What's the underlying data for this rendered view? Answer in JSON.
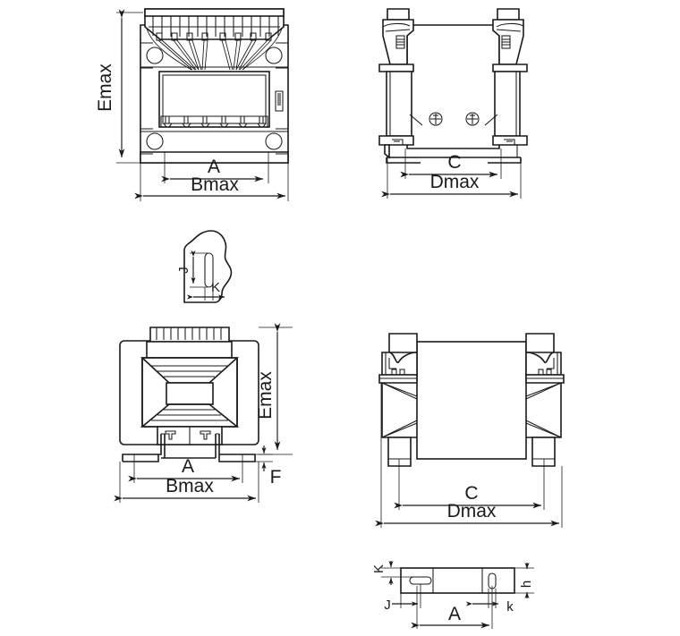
{
  "drawing": {
    "title": "Transformer dimensional outline drawing",
    "background_color": "#ffffff",
    "line_color": "#1a1a1a",
    "views": [
      {
        "id": "front-view",
        "name": "front-view-top-left",
        "dimension_labels": [
          "Emax",
          "A",
          "Bmax"
        ]
      },
      {
        "id": "side-view",
        "name": "side-view-top-right",
        "dimension_labels": [
          "C",
          "Dmax"
        ]
      },
      {
        "id": "bracket-detail",
        "name": "bracket-slot-detail",
        "dimension_labels": [
          "J",
          "K"
        ]
      },
      {
        "id": "front-view-2",
        "name": "front-view-bottom-left",
        "dimension_labels": [
          "Emax",
          "A",
          "Bmax",
          "F"
        ]
      },
      {
        "id": "side-view-2",
        "name": "side-view-bottom-right",
        "dimension_labels": [
          "C",
          "Dmax"
        ]
      },
      {
        "id": "foot-detail",
        "name": "mounting-foot-detail",
        "dimension_labels": [
          "K",
          "h",
          "J",
          "k",
          "A"
        ]
      }
    ]
  },
  "labels": {
    "v1_emax": "Emax",
    "v1_a": "A",
    "v1_bmax": "Bmax",
    "v2_c": "C",
    "v2_dmax": "Dmax",
    "v3_j": "J",
    "v3_k": "K",
    "v4_emax": "Emax",
    "v4_a": "A",
    "v4_bmax": "Bmax",
    "v4_f": "F",
    "v5_c": "C",
    "v5_dmax": "Dmax",
    "v6_k_upper": "K",
    "v6_h": "h",
    "v6_j": "J",
    "v6_k_lower": "k",
    "v6_a": "A"
  },
  "font_sizes": {
    "large": 21,
    "medium": 18,
    "small": 15
  }
}
